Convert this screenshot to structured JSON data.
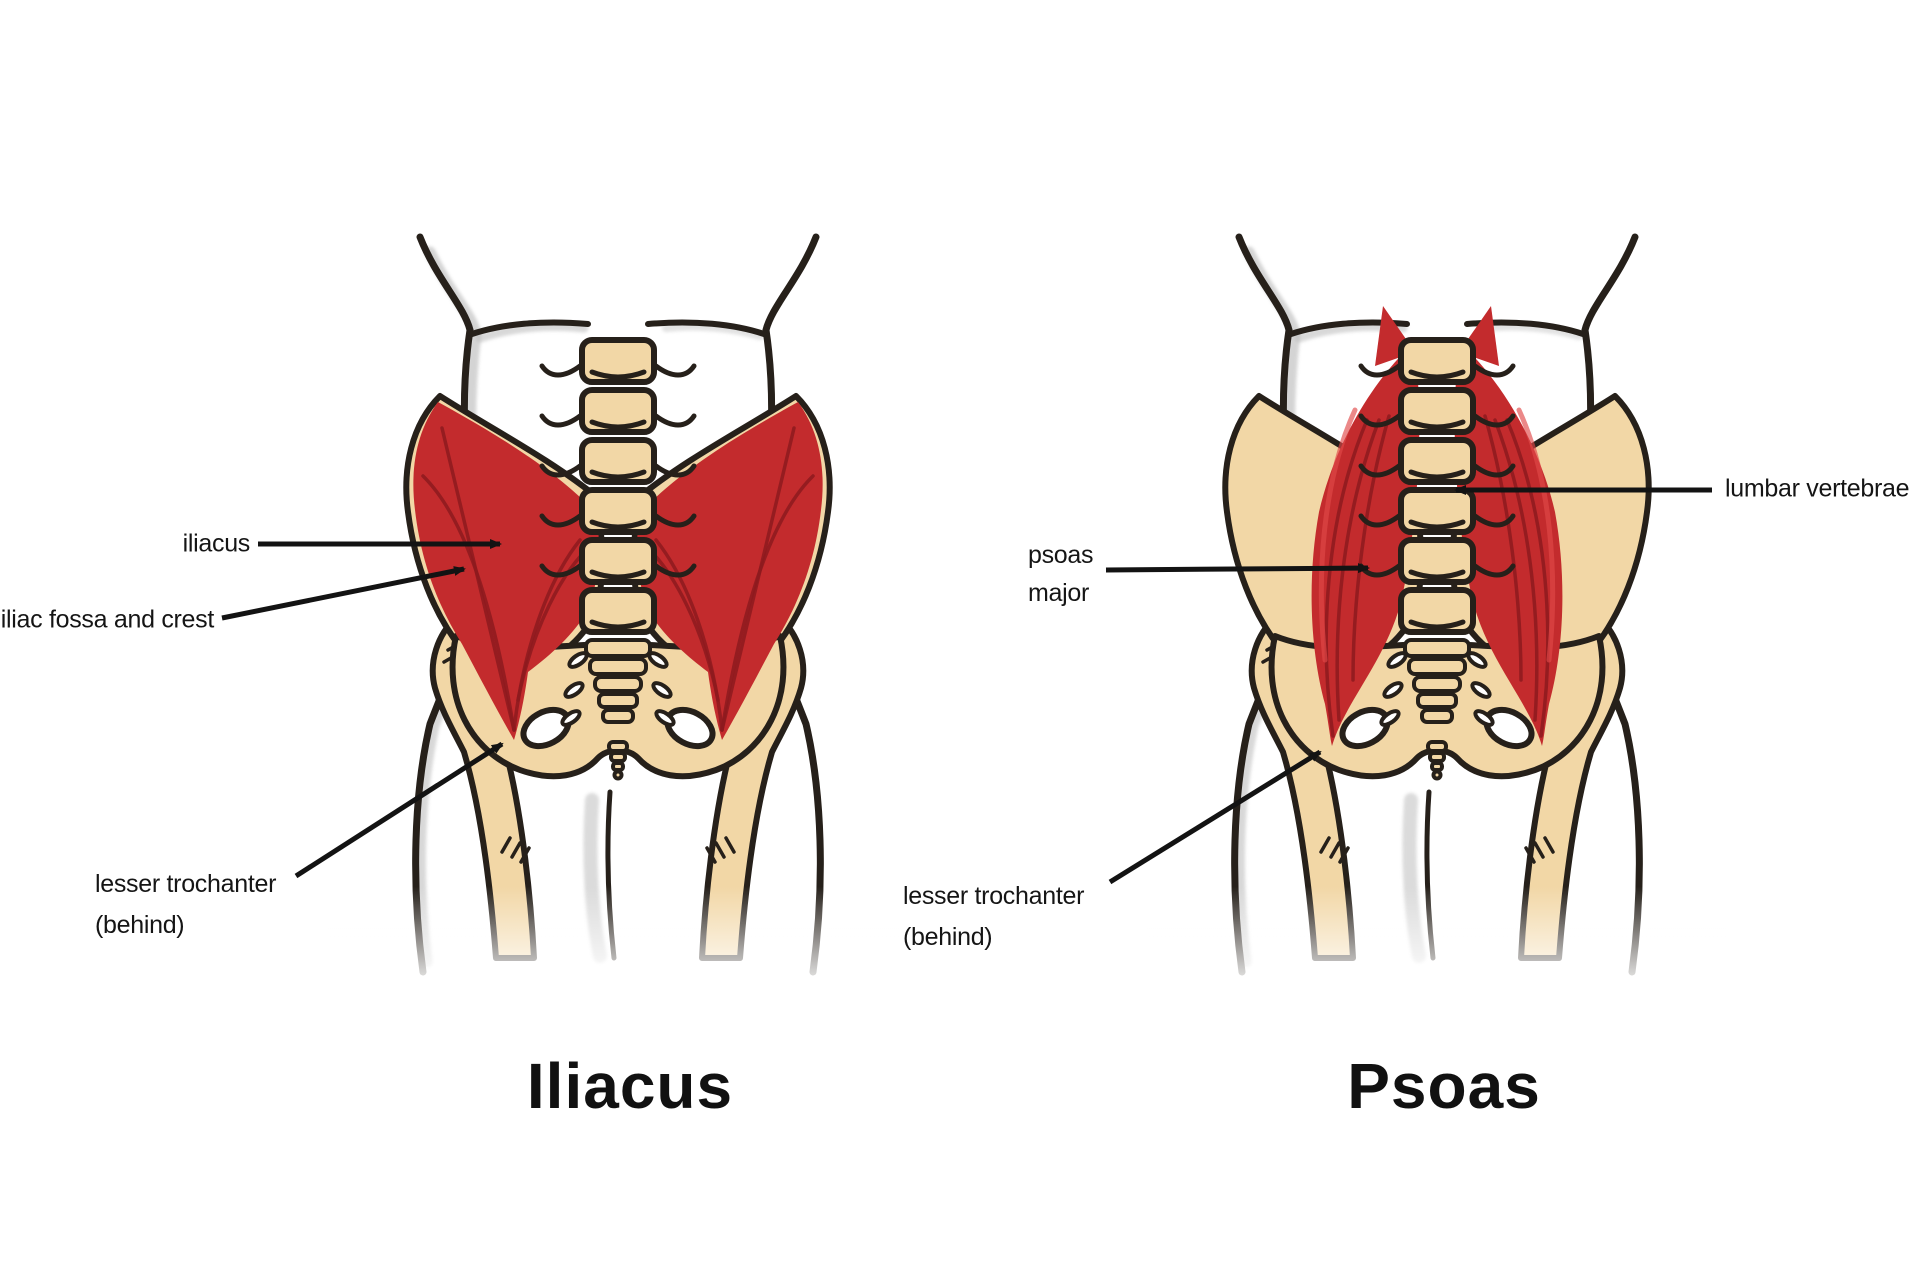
{
  "diagram": {
    "background": "#ffffff",
    "panels": [
      {
        "id": "iliacus",
        "title": "Iliacus",
        "labels": {
          "muscle": "iliacus",
          "origin": "iliac fossa and crest",
          "insertion_line1": "lesser trochanter",
          "insertion_line2": "(behind)"
        }
      },
      {
        "id": "psoas",
        "title": "Psoas",
        "labels": {
          "muscle_line1": "psoas",
          "muscle_line2": "major",
          "vertebrae": "lumbar vertebrae",
          "insertion_line1": "lesser trochanter",
          "insertion_line2": "(behind)"
        }
      }
    ],
    "colors": {
      "muscle_red": "#c32b2d",
      "muscle_streak": "#8d1a1e",
      "muscle_highlight": "#e04848",
      "bone": "#f2d7a6",
      "outline": "#26201a",
      "shadow": "#b7b7b7",
      "label_text": "#151515",
      "title_text": "#111111"
    }
  }
}
